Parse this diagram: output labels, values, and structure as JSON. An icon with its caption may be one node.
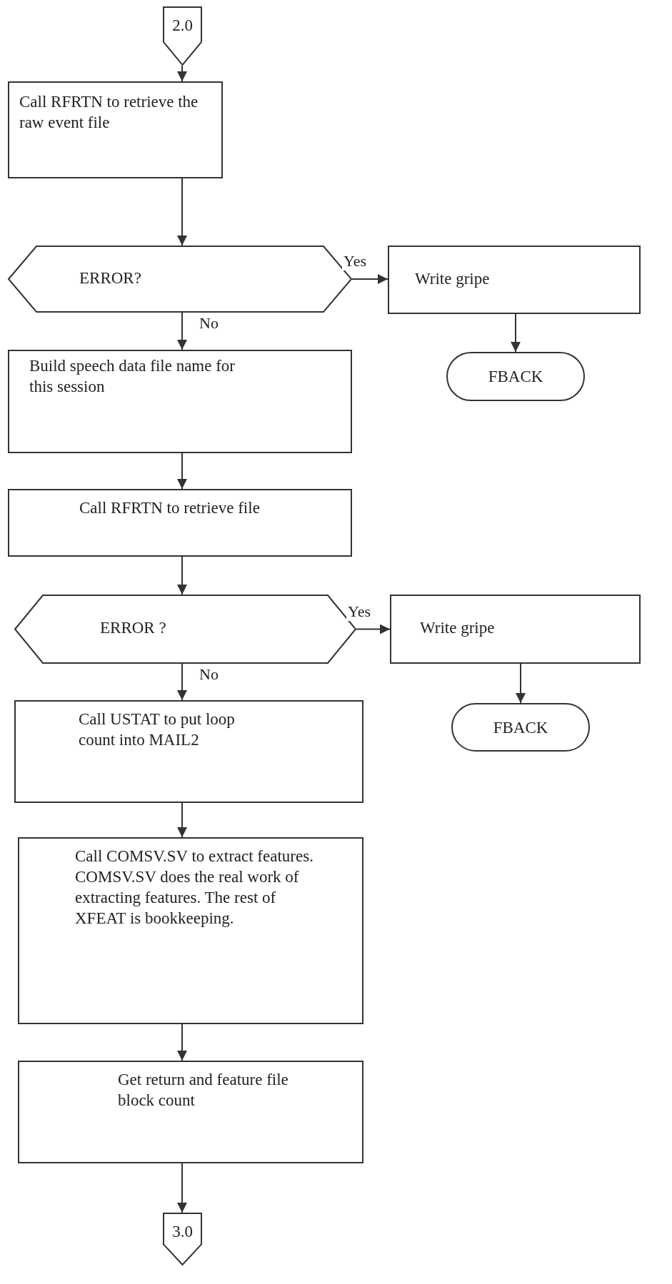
{
  "diagram": {
    "nodes": [
      {
        "text": [
          "2.0"
        ]
      },
      {
        "text": [
          "Call RFRTN to retrieve the raw event file"
        ]
      },
      {
        "text": [
          "ERROR?"
        ]
      },
      {
        "text": [
          "Write gripe"
        ]
      },
      {
        "text": [
          "FBACK"
        ]
      },
      {
        "text": [
          "Build speech data file name for this session"
        ]
      },
      {
        "text": [
          "Call RFRTN to retrieve file"
        ]
      },
      {
        "text": [
          "ERROR ?"
        ]
      },
      {
        "text": [
          "Write gripe"
        ]
      },
      {
        "text": [
          "FBACK"
        ]
      },
      {
        "text": [
          "Call USTAT to put loop count into MAIL2"
        ]
      },
      {
        "text": [
          "Call COMSV.SV to extract features. COMSV.SV does the real work of extracting features.  The rest of XFEAT is bookkeeping."
        ]
      },
      {
        "text": [
          "Get return and feature file block count"
        ]
      },
      {
        "text": [
          "3.0"
        ]
      }
    ],
    "edges": [
      {
        "from": 0,
        "to": 1,
        "arrow": "to"
      },
      {
        "from": 1,
        "to": 2,
        "arrow": "to"
      },
      {
        "from": 2,
        "to": 3,
        "arrow": "to",
        "label": "Yes"
      },
      {
        "from": 3,
        "to": 4,
        "arrow": "to"
      },
      {
        "from": 2,
        "to": 5,
        "arrow": "to",
        "label": "No"
      },
      {
        "from": 5,
        "to": 6,
        "arrow": "to"
      },
      {
        "from": 6,
        "to": 7,
        "arrow": "to"
      },
      {
        "from": 7,
        "to": 8,
        "arrow": "to",
        "label": "Yes"
      },
      {
        "from": 8,
        "to": 9,
        "arrow": "to"
      },
      {
        "from": 7,
        "to": 10,
        "arrow": "to",
        "label": "No"
      },
      {
        "from": 10,
        "to": 11,
        "arrow": "to"
      },
      {
        "from": 11,
        "to": 12,
        "arrow": "to"
      },
      {
        "from": 12,
        "to": 13,
        "arrow": "to"
      }
    ]
  }
}
